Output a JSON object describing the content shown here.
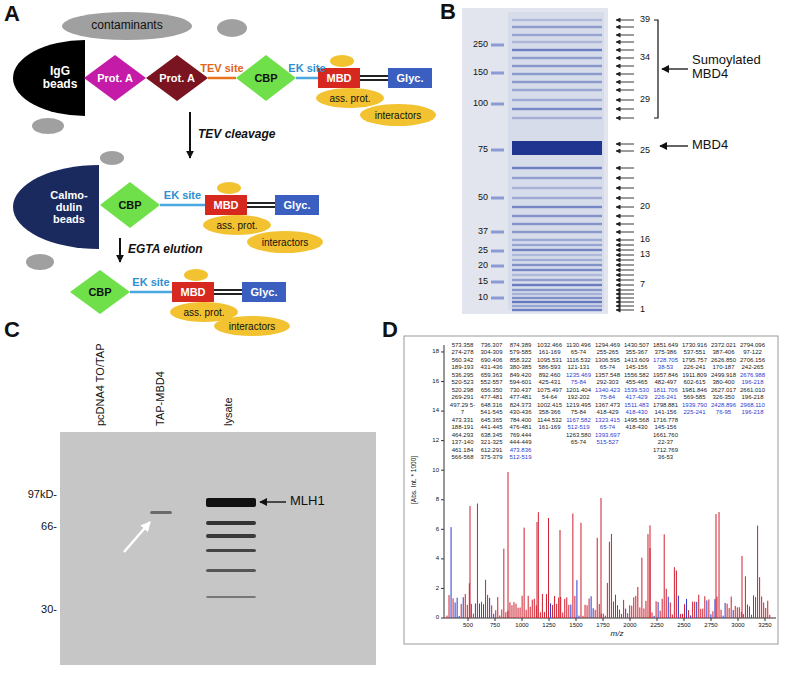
{
  "diagram": {
    "nodes": [
      {
        "text": [
          "contaminants"
        ]
      },
      {
        "text": [
          "IgG beads"
        ]
      },
      {
        "text": [
          "Prot. A"
        ]
      },
      {
        "text": [
          "Prot. A"
        ]
      },
      {
        "text": [
          "CBP"
        ]
      },
      {
        "text": [
          "MBD"
        ]
      },
      {
        "text": [
          "ass. prot."
        ]
      },
      {
        "text": [
          "Glyc."
        ]
      },
      {
        "text": [
          "interactors"
        ]
      },
      {
        "text": [
          "Calmo- dulin beads"
        ]
      },
      {
        "text": [
          "CBP"
        ]
      },
      {
        "text": [
          "MBD"
        ]
      },
      {
        "text": [
          "ass. prot."
        ]
      },
      {
        "text": [
          "Glyc."
        ]
      },
      {
        "text": [
          "interactors"
        ]
      },
      {
        "text": [
          "CBP"
        ]
      },
      {
        "text": [
          "MBD"
        ]
      },
      {
        "text": [
          "ass. prot."
        ]
      },
      {
        "text": [
          "Glyc."
        ]
      },
      {
        "text": [
          "interactors"
        ]
      }
    ],
    "edges": [
      {
        "from": 3,
        "to": 4,
        "arrow": "none",
        "label": "TEV site"
      },
      {
        "from": 4,
        "to": 5,
        "arrow": "none",
        "label": "EK site"
      },
      {
        "from": 5,
        "to": 7,
        "arrow": "none"
      },
      {
        "from": 10,
        "to": 11,
        "arrow": "none",
        "label": "EK site"
      },
      {
        "from": 11,
        "to": 13,
        "arrow": "none"
      },
      {
        "from": 15,
        "to": 16,
        "arrow": "none",
        "label": "EK site"
      },
      {
        "from": 16,
        "to": 18,
        "arrow": "none"
      }
    ],
    "labels": [
      "A",
      "TEV cleavage",
      "EGTA elution",
      "B",
      "250",
      "150",
      "100",
      "75",
      "50",
      "37",
      "25",
      "20",
      "15",
      "10",
      "39",
      "34",
      "29",
      "25",
      "20",
      "16",
      "13",
      "7",
      "1",
      "Sumoylated MBD4",
      "MBD4",
      "C",
      "pcDNA4 TO/TAP",
      "TAP-MBD4",
      "lysate",
      "97kD-",
      "66-",
      "30-",
      "MLH1",
      "D",
      "[Abs. Int. * 1000]",
      "18",
      "16",
      "14",
      "12",
      "10",
      "8",
      "6",
      "4",
      "2",
      "0",
      "573.358 274-278",
      "560.342 189-193",
      "536.295 520-523",
      "520.298 269-291",
      "497.29 5-7",
      "473.331 188-191",
      "464.293 137-140",
      "461.184 566-568",
      "736.307 304-309",
      "690.406 431-436",
      "659.363 552-557",
      "656.350 477-481",
      "648.316 541-545",
      "645.365 441-445",
      "638.345 321-325",
      "612.291 375-379",
      "874.389 579-585",
      "858.322 380-385",
      "849.420 594-601",
      "730.437 477-481",
      "824.373 430-436",
      "784.400 476-481",
      "769.444 444-449",
      "473.836 512-519",
      "1032.466 161-169",
      "1095.531 586-593",
      "892.460 425-431",
      "1075.497 54-64",
      "1002.415 358-366",
      "1144.532 161-169",
      "1130.496 65-74",
      "1116.532 121-131",
      "1235.469 75-84",
      "1201.404 192-202",
      "1219.495 75-84",
      "1167.582 512-519",
      "1263.580 65-74",
      "1294.469 255-265",
      "1306.595 65-74",
      "1357.548 292-303",
      "1340.423 75-84",
      "1367.473 418-429",
      "1323.415 65-74",
      "1393.697 515-527",
      "1430.507 355-367",
      "1413.609 145-156",
      "1556.582 455-465",
      "1539.530 417-429",
      "1511.483 418-430",
      "1495.568 418-430",
      "1851.649 375-386",
      "1728.705 38-53",
      "1957.846 482-497",
      "1811.706 226-241",
      "1798.881 141-156",
      "1716.778 145-156",
      "1661.760 22-37",
      "1712.769 36-53",
      "1730.916 537-551",
      "1795.757 226-241",
      "1911.809 602-615",
      "1981.846 569-585",
      "1939.790 225-241",
      "2372.021 387-406",
      "2626.850 170-187",
      "2499.918 380-400",
      "2627.017 326-350",
      "2428.896 76-95",
      "2794.096 97-122",
      "2706.156 242-265",
      "2676.988 196-218",
      "2661.010 196-218",
      "2968.110 196-218",
      "500",
      "750",
      "1000",
      "1250",
      "1500",
      "1750",
      "2000",
      "2250",
      "2500",
      "2750",
      "3000",
      "3250",
      "m/z"
    ]
  }
}
